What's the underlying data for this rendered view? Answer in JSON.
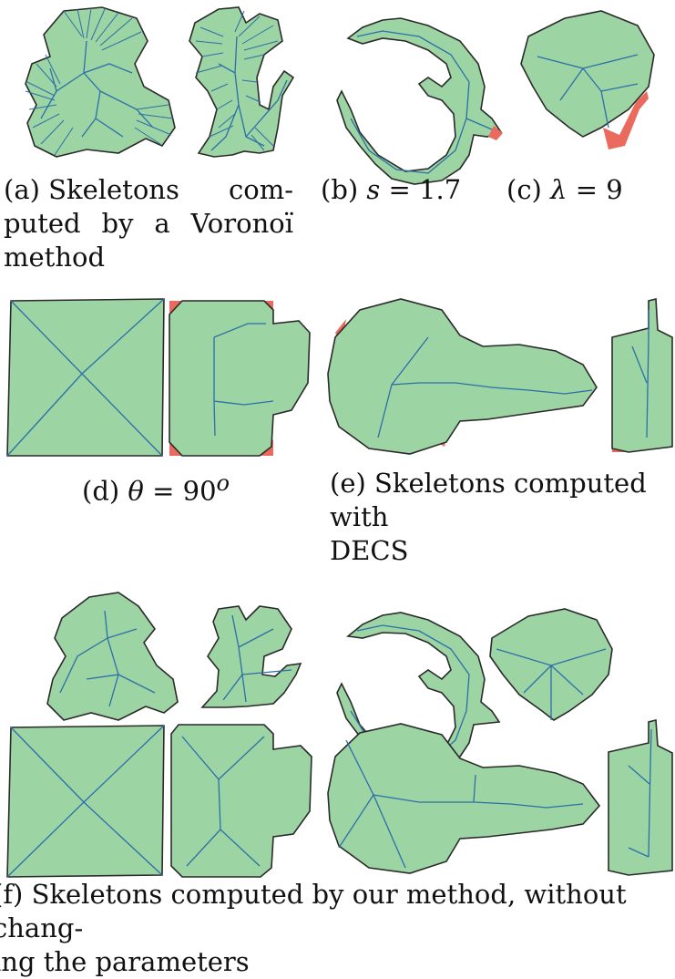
{
  "figure": {
    "caption_a": {
      "label": "(a)",
      "line1_w1": "Skeletons",
      "line1_w2": "com-",
      "line2_w1": "puted",
      "line2_w2": "by",
      "line2_w3": "a",
      "line2_w4": "Voronoï",
      "line3": "method"
    },
    "caption_b": {
      "label": "(b)",
      "symbol": "s",
      "value": "= 1.7"
    },
    "caption_c": {
      "label": "(c)",
      "symbol": "λ",
      "value": "= 9"
    },
    "caption_d": {
      "label": "(d)",
      "symbol": "θ",
      "value": "= 90",
      "sup": "o"
    },
    "caption_e": {
      "line1": "(e) Skeletons computed with",
      "line2": "DECS"
    },
    "caption_f": {
      "line1": "(f) Skeletons computed by our method, without chang-",
      "line2": "ing the parameters"
    },
    "colors": {
      "shape_fill": "#9dd4a4",
      "skeleton": "#2b6fa8",
      "outline": "#222222",
      "residual": "#ea6a5e"
    }
  }
}
